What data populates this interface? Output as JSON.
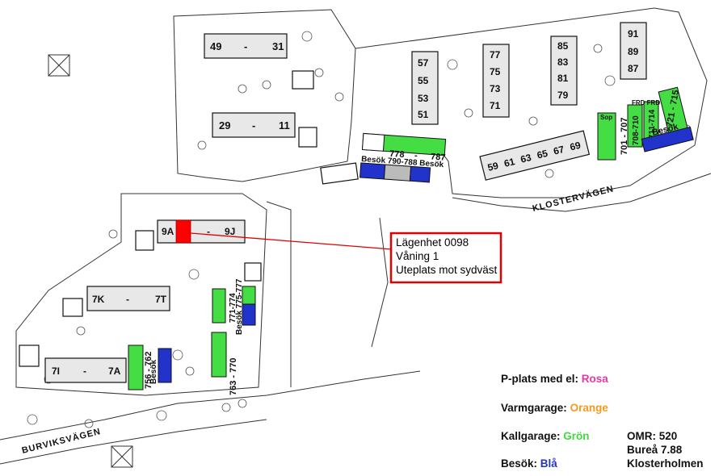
{
  "buildings": {
    "b49": "49",
    "b49_dash": "-",
    "b31": "31",
    "b29": "29",
    "b29_dash": "-",
    "b11": "11",
    "b57": "57",
    "b55": "55",
    "b53": "53",
    "b51": "51",
    "b77": "77",
    "b75": "75",
    "b73": "73",
    "b71": "71",
    "b85": "85",
    "b83": "83",
    "b81": "81",
    "b79": "79",
    "b91": "91",
    "b89": "89",
    "b87": "87",
    "b59": "59",
    "b61": "61",
    "b63": "63",
    "b65": "65",
    "b67": "67",
    "b69": "69",
    "b9A": "9A",
    "b9_dash": "-",
    "b9J": "9J",
    "b7K": "7K",
    "b7K_dash": "-",
    "b7T": "7T",
    "b7I": "7I",
    "b7I_dash": "-",
    "b7A": "7A"
  },
  "garages": {
    "g778": "778",
    "g778_dash": "-",
    "g787": "787",
    "g790": "Besök 790-788 Besök",
    "g701": "701 - 707",
    "g708": "708-710",
    "g711": "711-714",
    "g715": "721 - 715",
    "g763": "763 - 770",
    "g771": "771-774",
    "g775": "Besök 775-777",
    "g756": "756 - 762",
    "besok_r": "Besök",
    "besok_sw": "Besök",
    "sop": "Sop",
    "frd": "FRD FRD"
  },
  "streets": {
    "klostervagen": "KLOSTERVÄGEN",
    "burviksvagen": "BURVIKSVÄGEN"
  },
  "callout": {
    "line1": "Lägenhet 0098",
    "line2": "Våning 1",
    "line3": "Uteplats mot sydväst"
  },
  "legend": {
    "el_label": "P-plats med el:",
    "el_color_name": "Rosa",
    "varm_label": "Varmgarage:",
    "varm_color_name": "Orange",
    "kall_label": "Kallgarage:",
    "kall_color_name": "Grön",
    "besok_label": "Besök:",
    "besok_color_name": "Blå",
    "omr": "OMR: 520",
    "bureaa": "Bureå 7.88",
    "area": "Klosterholmen"
  },
  "colors": {
    "pink": "#e23aa3",
    "orange": "#f39a1e",
    "green": "#3fd93f",
    "blue": "#2233cc",
    "red": "#ff0000",
    "apartment_fill": "#ff0000"
  }
}
